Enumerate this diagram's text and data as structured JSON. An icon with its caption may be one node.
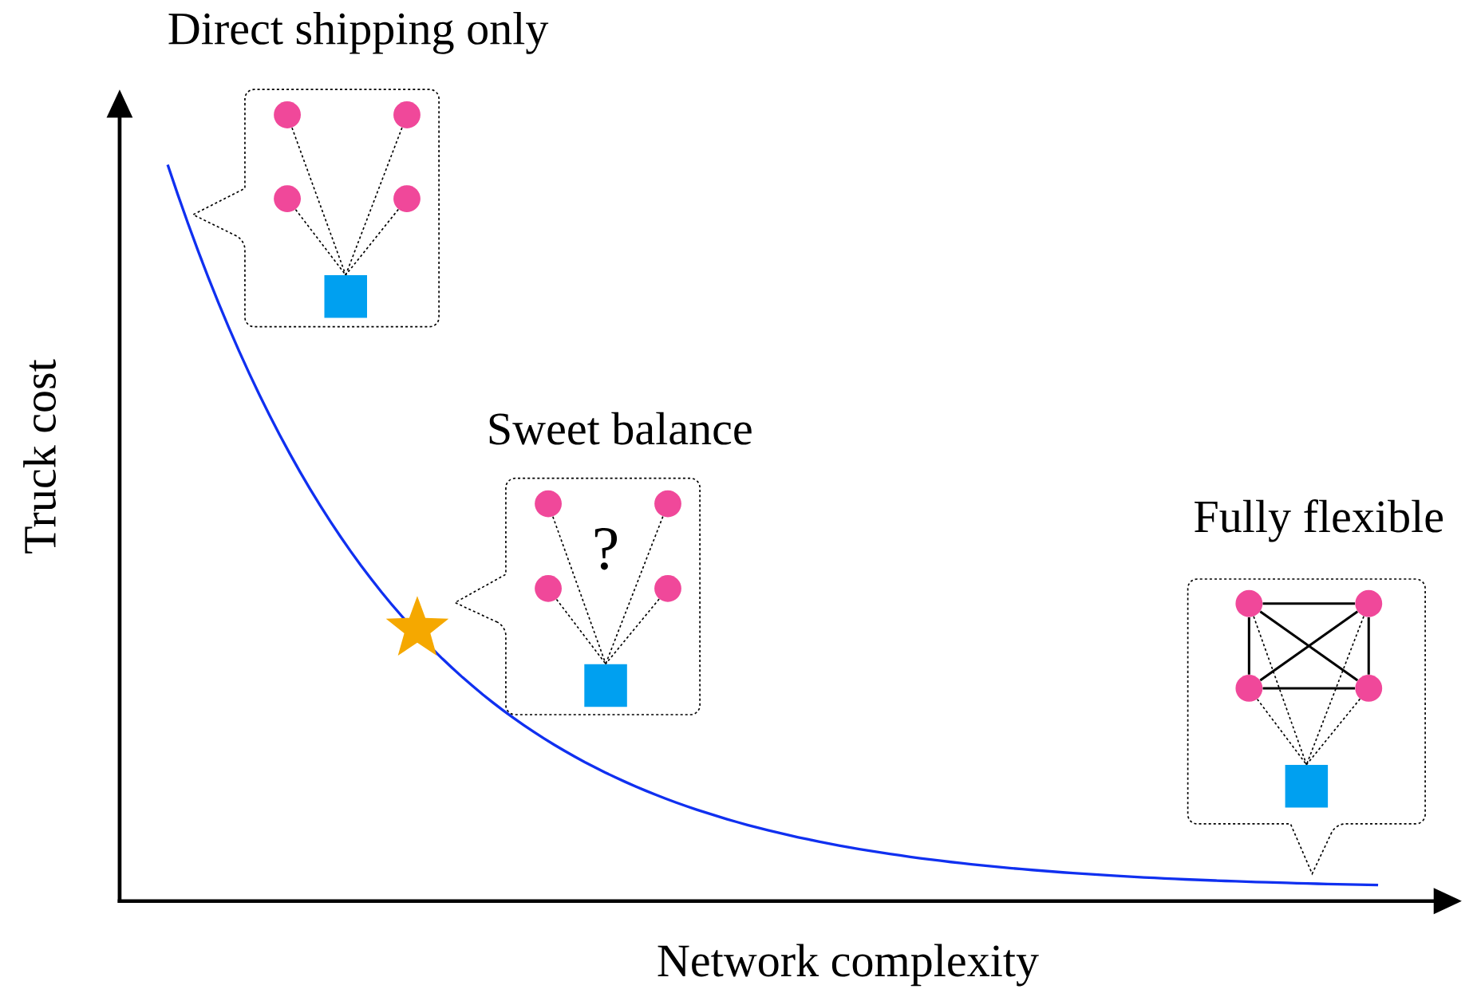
{
  "diagram": {
    "nodes": [
      {
        "text": [
          "Direct shipping only"
        ]
      },
      {
        "text": [],
        "shape": "circle",
        "in": 0
      },
      {
        "text": [],
        "shape": "circle",
        "in": 0
      },
      {
        "text": [],
        "shape": "circle",
        "in": 0
      },
      {
        "text": [],
        "shape": "circle",
        "in": 0
      },
      {
        "text": [],
        "shape": "box",
        "in": 0
      },
      {
        "text": [
          "Sweet balance",
          "?"
        ]
      },
      {
        "text": [],
        "shape": "circle",
        "in": 6
      },
      {
        "text": [],
        "shape": "circle",
        "in": 6
      },
      {
        "text": [],
        "shape": "circle",
        "in": 6
      },
      {
        "text": [],
        "shape": "circle",
        "in": 6
      },
      {
        "text": [],
        "shape": "box",
        "in": 6
      },
      {
        "text": [
          "Fully flexible"
        ]
      },
      {
        "text": [],
        "shape": "circle",
        "in": 12
      },
      {
        "text": [],
        "shape": "circle",
        "in": 12
      },
      {
        "text": [],
        "shape": "circle",
        "in": 12
      },
      {
        "text": [],
        "shape": "circle",
        "in": 12
      },
      {
        "text": [],
        "shape": "box",
        "in": 12
      },
      {
        "text": [],
        "shape": "star"
      }
    ],
    "edges": [
      {
        "from": 1,
        "to": 5,
        "arrow": "none",
        "style": "dashed"
      },
      {
        "from": 2,
        "to": 5,
        "arrow": "none",
        "style": "dashed"
      },
      {
        "from": 3,
        "to": 5,
        "arrow": "none",
        "style": "dashed"
      },
      {
        "from": 4,
        "to": 5,
        "arrow": "none",
        "style": "dashed"
      },
      {
        "from": 7,
        "to": 11,
        "arrow": "none",
        "style": "dashed"
      },
      {
        "from": 8,
        "to": 11,
        "arrow": "none",
        "style": "dashed"
      },
      {
        "from": 9,
        "to": 11,
        "arrow": "none",
        "style": "dashed"
      },
      {
        "from": 10,
        "to": 11,
        "arrow": "none",
        "style": "dashed"
      },
      {
        "from": 13,
        "to": 17,
        "arrow": "none",
        "style": "dashed"
      },
      {
        "from": 14,
        "to": 17,
        "arrow": "none",
        "style": "dashed"
      },
      {
        "from": 15,
        "to": 17,
        "arrow": "none",
        "style": "dashed"
      },
      {
        "from": 16,
        "to": 17,
        "arrow": "none",
        "style": "dashed"
      },
      {
        "from": 13,
        "to": 14,
        "arrow": "none"
      },
      {
        "from": 13,
        "to": 15,
        "arrow": "none"
      },
      {
        "from": 14,
        "to": 16,
        "arrow": "none"
      },
      {
        "from": 15,
        "to": 16,
        "arrow": "none"
      },
      {
        "from": 13,
        "to": 16,
        "arrow": "none"
      },
      {
        "from": 14,
        "to": 15,
        "arrow": "none"
      }
    ],
    "labels": [
      "Truck cost",
      "Network complexity"
    ]
  }
}
